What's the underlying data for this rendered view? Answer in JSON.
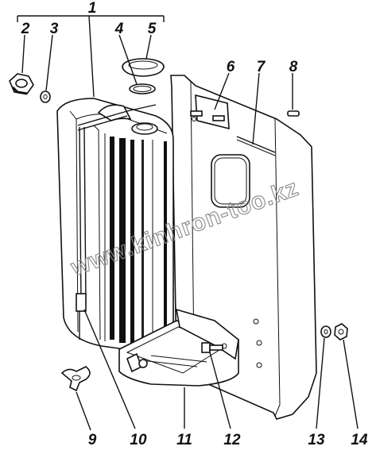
{
  "callouts": {
    "c1": "1",
    "c2": "2",
    "c3": "3",
    "c4": "4",
    "c5": "5",
    "c6": "6",
    "c7": "7",
    "c8": "8",
    "c9": "9",
    "c10": "10",
    "c11": "11",
    "c12": "12",
    "c13": "13",
    "c14": "14"
  },
  "watermark": "www.kinhron-too.kz"
}
